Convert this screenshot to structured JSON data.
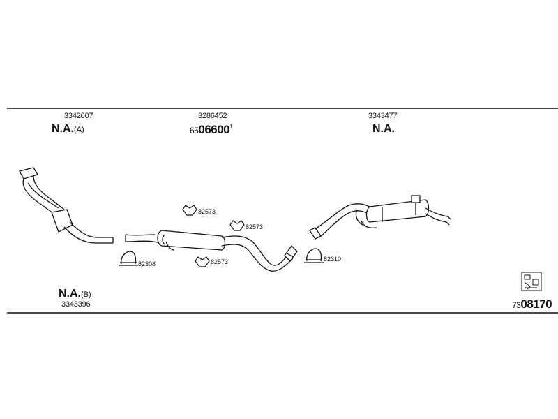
{
  "parts": {
    "left_top": {
      "number": "3342007",
      "status": "N.A.",
      "variant": "(A)"
    },
    "center_top": {
      "number": "3286452",
      "prefix": "65",
      "main": "06600",
      "superscript": "1"
    },
    "right_top": {
      "number": "3343477",
      "status": "N.A."
    },
    "left_bottom": {
      "status": "N.A.",
      "variant": "(B)",
      "number": "3343396"
    }
  },
  "clamps": {
    "c1": "82573",
    "c2": "82573",
    "c3": "82573",
    "c4": "82308",
    "c5": "82310"
  },
  "diagram_code": {
    "prefix": "73",
    "main": "08170"
  }
}
